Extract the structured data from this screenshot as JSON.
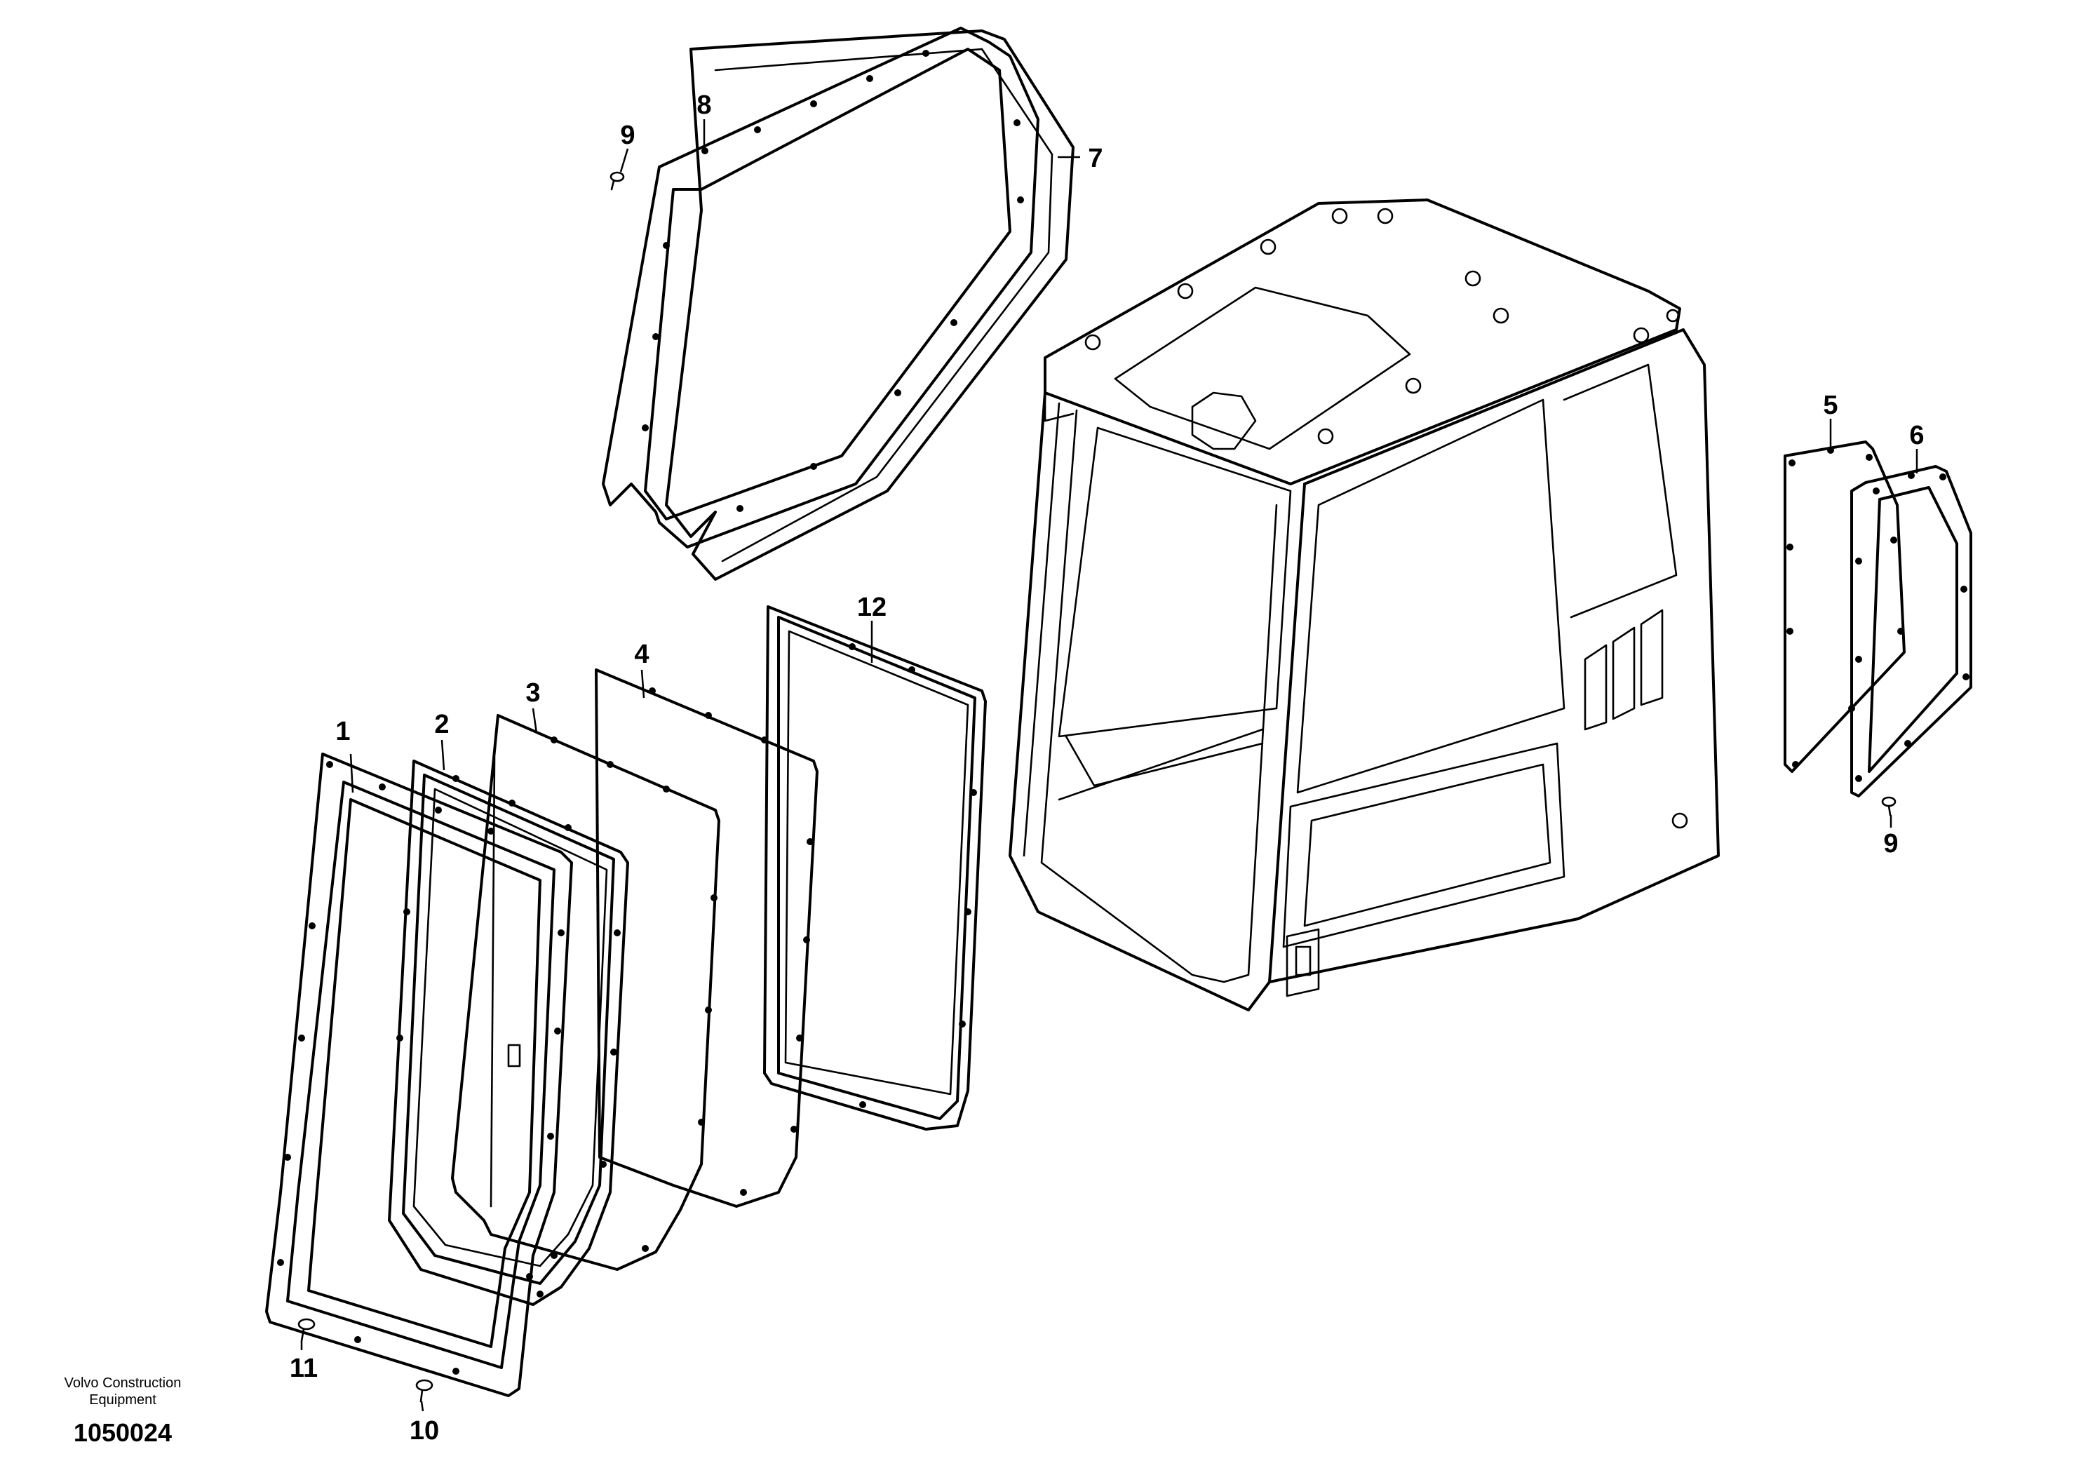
{
  "callouts": {
    "c1": "1",
    "c2": "2",
    "c3": "3",
    "c4": "4",
    "c5": "5",
    "c6": "6",
    "c7": "7",
    "c8": "8",
    "c9_top": "9",
    "c9_right": "9",
    "c10": "10",
    "c11": "11",
    "c12": "12"
  },
  "footer": {
    "brand_line1": "Volvo Construction",
    "brand_line2": "Equipment",
    "figure_id": "1050024"
  }
}
